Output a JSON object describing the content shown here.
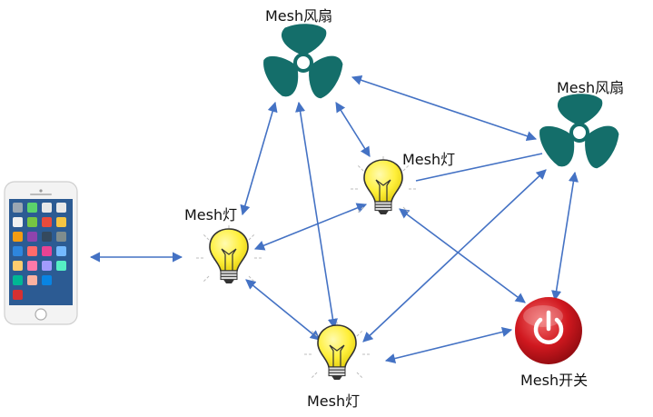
{
  "colors": {
    "arrow": "#4472C4",
    "fan": "#146E6A",
    "bulb": "#FFEF3A",
    "switch_red": "#D0181F",
    "phone_frame": "#F3F3F3"
  },
  "nodes": {
    "fan_top": {
      "label": "Mesh风扇",
      "icon": "fan-icon"
    },
    "fan_right": {
      "label": "Mesh风扇",
      "icon": "fan-icon"
    },
    "bulb_middle": {
      "label": "Mesh灯",
      "icon": "light-bulb-icon"
    },
    "bulb_left": {
      "label": "Mesh灯",
      "icon": "light-bulb-icon"
    },
    "bulb_bottom": {
      "label": "Mesh灯",
      "icon": "light-bulb-icon"
    },
    "switch": {
      "label": "Mesh开关",
      "icon": "power-button-icon"
    },
    "phone": {
      "icon": "smartphone-icon"
    }
  }
}
